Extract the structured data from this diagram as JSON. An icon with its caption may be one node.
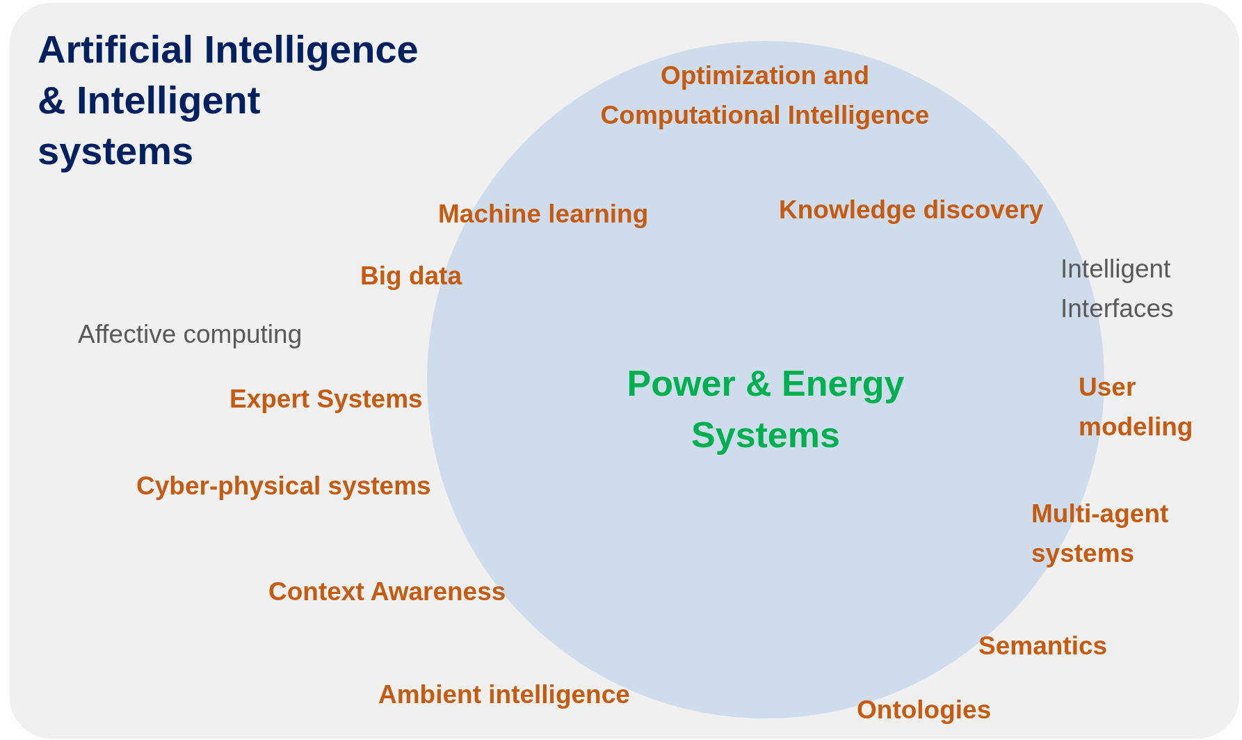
{
  "diagram": {
    "nodes": [
      {
        "text": [
          "Artificial Intelligence & Intelligent systems"
        ]
      },
      {
        "text": [
          "Power & Energy Systems"
        ],
        "in": 0
      }
    ],
    "labels": [
      "Optimization and Computational Intelligence",
      "Machine learning",
      "Knowledge discovery",
      "Intelligent Interfaces",
      "Big data",
      "Affective computing",
      "Expert Systems",
      "User modeling",
      "Cyber-physical systems",
      "Multi-agent systems",
      "Context Awareness",
      "Semantics",
      "Ambient intelligence",
      "Ontologies"
    ]
  }
}
